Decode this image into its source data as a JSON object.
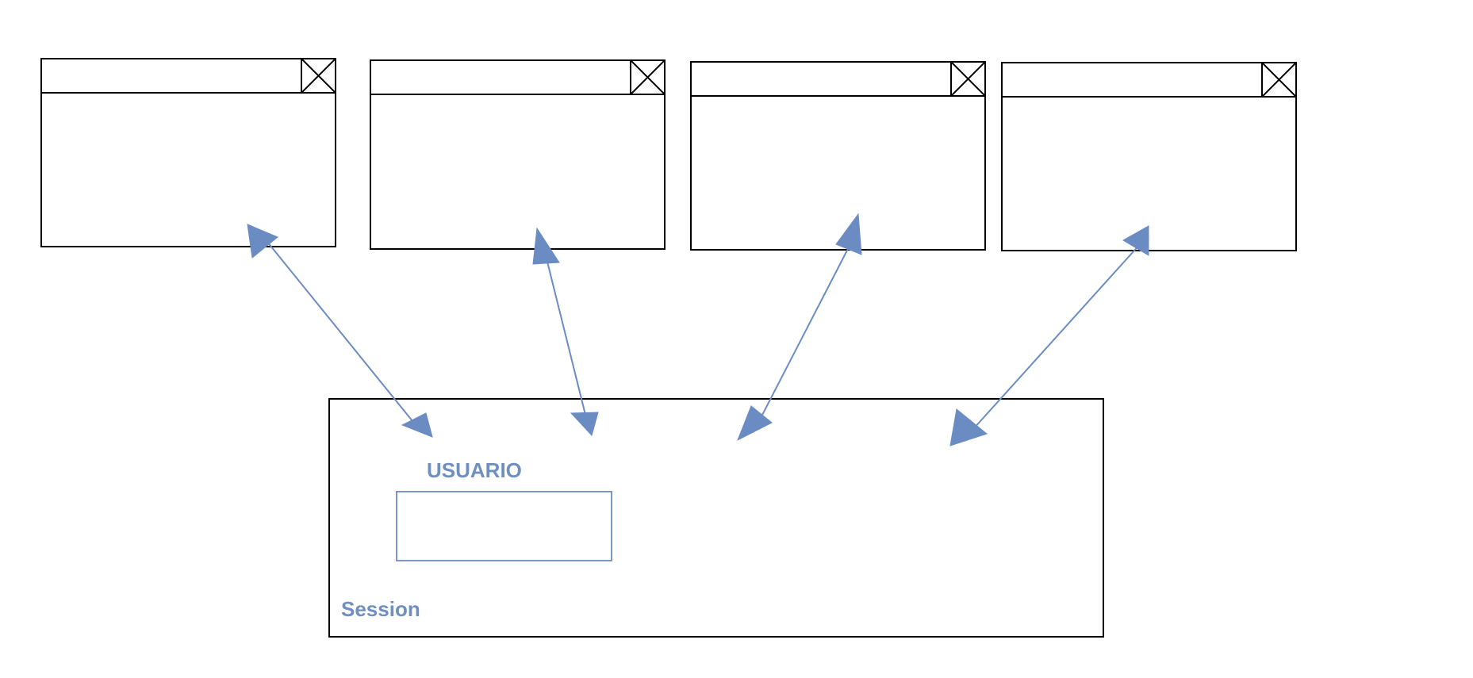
{
  "diagram": {
    "colors": {
      "accent": "#6f8fbf",
      "arrow": "#6a8cc3",
      "frame": "#000000"
    },
    "windows": [
      {
        "id": "window-1",
        "close_icon": "close-icon"
      },
      {
        "id": "window-2",
        "close_icon": "close-icon"
      },
      {
        "id": "window-3",
        "close_icon": "close-icon"
      },
      {
        "id": "window-4",
        "close_icon": "close-icon"
      }
    ],
    "session": {
      "label": "Session",
      "user_field_label": "USUARIO",
      "user_field_value": ""
    },
    "connections": [
      {
        "from": "window-1",
        "to": "session",
        "type": "bidirectional"
      },
      {
        "from": "window-2",
        "to": "session",
        "type": "bidirectional"
      },
      {
        "from": "window-3",
        "to": "session",
        "type": "bidirectional"
      },
      {
        "from": "window-4",
        "to": "session",
        "type": "bidirectional"
      }
    ]
  }
}
